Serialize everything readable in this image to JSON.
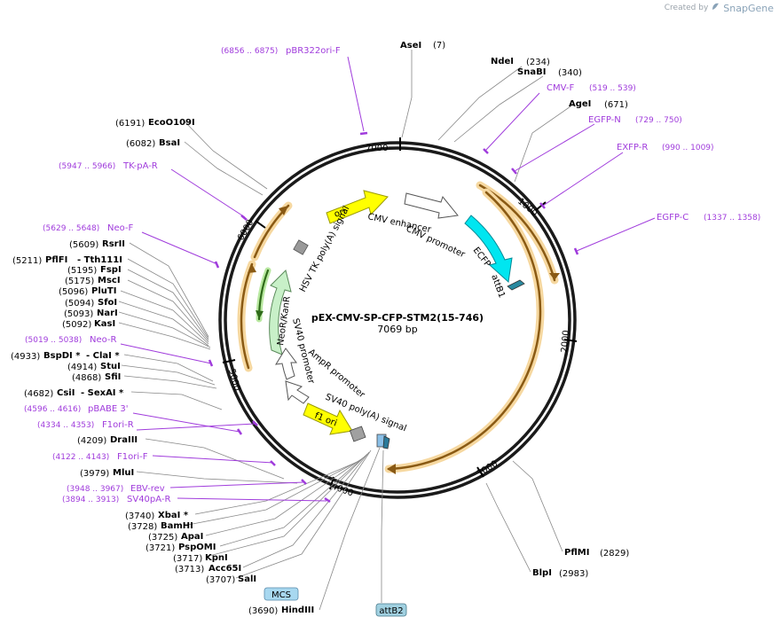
{
  "credit": {
    "prefix": "Created by",
    "brand": "SnapGene"
  },
  "plasmid": {
    "name": "pEX-CMV-SP-CFP-STM2(15-746)",
    "size": "7069 bp"
  },
  "ring_ticks": [
    "1000",
    "2000",
    "3000",
    "4000",
    "5000",
    "6000",
    "7000"
  ],
  "sites": [
    {
      "name": "AseI",
      "pos": "(7)"
    },
    {
      "name": "NdeI",
      "pos": "(234)"
    },
    {
      "name": "SnaBI",
      "pos": "(340)"
    },
    {
      "name": "AgeI",
      "pos": "(671)"
    },
    {
      "name": "PflMI",
      "pos": "(2829)"
    },
    {
      "name": "BlpI",
      "pos": "(2983)"
    },
    {
      "name": "HindIII",
      "pos": "(3690)"
    },
    {
      "name": "SalI",
      "pos": "(3707)"
    },
    {
      "name": "Acc65I",
      "pos": "(3713)"
    },
    {
      "name": "KpnI",
      "pos": "(3717)"
    },
    {
      "name": "PspOMI",
      "pos": "(3721)"
    },
    {
      "name": "ApaI",
      "pos": "(3725)"
    },
    {
      "name": "BamHI",
      "pos": "(3728)"
    },
    {
      "name": "XbaI *",
      "pos": "(3740)"
    },
    {
      "name": "MluI",
      "pos": "(3979)"
    },
    {
      "name": "DraIII",
      "pos": "(4209)"
    },
    {
      "name": "CsiI",
      "extra": "- SexAI *",
      "pos": "(4682)"
    },
    {
      "name": "SfiI",
      "pos": "(4868)"
    },
    {
      "name": "StuI",
      "pos": "(4914)"
    },
    {
      "name": "BspDI *",
      "extra": "- ClaI *",
      "pos": "(4933)"
    },
    {
      "name": "KasI",
      "pos": "(5092)"
    },
    {
      "name": "NarI",
      "pos": "(5093)"
    },
    {
      "name": "SfoI",
      "pos": "(5094)"
    },
    {
      "name": "PluTI",
      "pos": "(5096)"
    },
    {
      "name": "MscI",
      "pos": "(5175)"
    },
    {
      "name": "FspI",
      "pos": "(5195)"
    },
    {
      "name": "PflFI",
      "extra": "- Tth111I",
      "pos": "(5211)"
    },
    {
      "name": "RsrII",
      "pos": "(5609)"
    },
    {
      "name": "BsaI",
      "pos": "(6082)"
    },
    {
      "name": "EcoO109I",
      "pos": "(6191)"
    }
  ],
  "primers": [
    {
      "name": "pBR322ori-F",
      "range": "(6856 .. 6875)"
    },
    {
      "name": "CMV-F",
      "range": "(519 .. 539)"
    },
    {
      "name": "EGFP-N",
      "range": "(729 .. 750)"
    },
    {
      "name": "EXFP-R",
      "range": "(990 .. 1009)"
    },
    {
      "name": "EGFP-C",
      "range": "(1337 .. 1358)"
    },
    {
      "name": "TK-pA-R",
      "range": "(5947 .. 5966)"
    },
    {
      "name": "Neo-F",
      "range": "(5629 .. 5648)"
    },
    {
      "name": "Neo-R",
      "range": "(5019 .. 5038)"
    },
    {
      "name": "pBABE 3'",
      "range": "(4596 .. 4616)"
    },
    {
      "name": "F1ori-R",
      "range": "(4334 .. 4353)"
    },
    {
      "name": "F1ori-F",
      "range": "(4122 .. 4143)"
    },
    {
      "name": "EBV-rev",
      "range": "(3948 .. 3967)"
    },
    {
      "name": "SV40pA-R",
      "range": "(3894 .. 3913)"
    }
  ],
  "features": {
    "ori": "ori",
    "cmv_enhancer": "CMV enhancer",
    "cmv_promoter": "CMV promoter",
    "ecfp": "ECFP",
    "attb1": "attB1",
    "hsv_tk": "HSV TK poly(A) signal",
    "neokanr": "NeoR/KanR",
    "sv40_promoter": "SV40 promoter",
    "ampr_promoter": "AmpR promoter",
    "sv40_polya": "SV40 poly(A) signal",
    "f1_ori": "f1 ori",
    "mcs": "MCS",
    "attb2": "attB2"
  },
  "colors": {
    "enzyme": "#000000",
    "primer": "#a03cdc",
    "orf": "#f0a22c",
    "ori": "#ffff00",
    "ecfp": "#00e6f0",
    "neo": "#c8f0c8",
    "mcs_box": "#a8d8f0",
    "attb2_box": "#a0d0e0"
  }
}
